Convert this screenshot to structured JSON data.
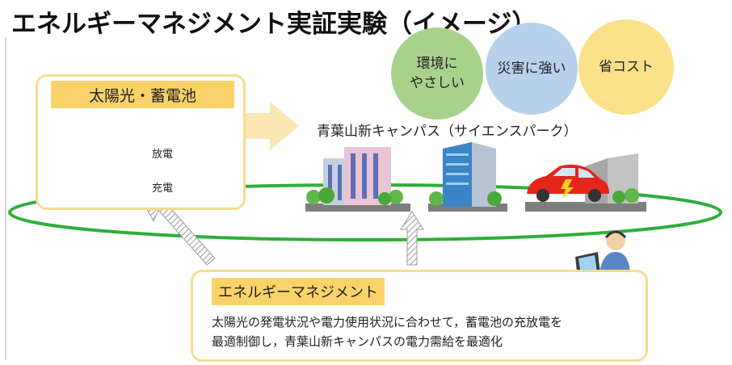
{
  "title": "エネルギーマネジメント実証実験（イメージ）",
  "benefits": [
    {
      "line1": "環境に",
      "line2": "やさしい",
      "color": "#a8d28c"
    },
    {
      "line1": "災害に強い",
      "line2": "",
      "color": "#b7d0ec"
    },
    {
      "line1": "省コスト",
      "line2": "",
      "color": "#fbe08a"
    }
  ],
  "solar": {
    "label": "太陽光・蓄電池",
    "discharge": "放電",
    "charge": "充電"
  },
  "campus": {
    "label": "青葉山新キャンパス（サイエンスパーク）"
  },
  "energy_management": {
    "label": "エネルギーマネジメント",
    "desc_line1": "太陽光の発電状況や電力使用状況に合わせて，蓄電池の充放電を",
    "desc_line2": "最適制御し，青葉山新キャンパスの電力需給を最適化"
  },
  "colors": {
    "loop": "#2eae3a",
    "panel": "#f9d36a",
    "panel_border": "#f5dc8e",
    "car": "#e4261d"
  }
}
